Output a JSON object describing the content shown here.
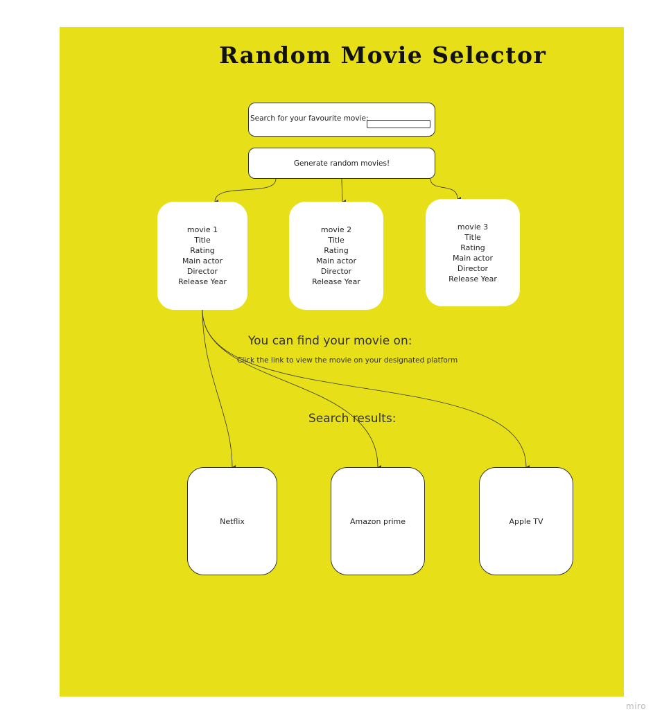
{
  "title": "Random Movie Selector",
  "search": {
    "label": "Search for your favourite movie:",
    "value": ""
  },
  "generate_button": "Generate random movies!",
  "movies": [
    {
      "name": "movie 1",
      "fields": [
        "Title",
        "Rating",
        "Main actor",
        "Director",
        "Release Year"
      ]
    },
    {
      "name": "movie 2",
      "fields": [
        "Title",
        "Rating",
        "Main actor",
        "Director",
        "Release Year"
      ]
    },
    {
      "name": "movie 3",
      "fields": [
        "Title",
        "Rating",
        "Main actor",
        "Director",
        "Release Year"
      ]
    }
  ],
  "find_heading": "You can find your movie on:",
  "find_subtext": "Click the link to view the movie on your designated platform",
  "results_heading": "Search results:",
  "platforms": [
    "Netflix",
    "Amazon prime",
    "Apple TV"
  ],
  "watermark": "miro",
  "colors": {
    "board": "#e7df17",
    "card": "#ffffff",
    "line": "#333333"
  }
}
